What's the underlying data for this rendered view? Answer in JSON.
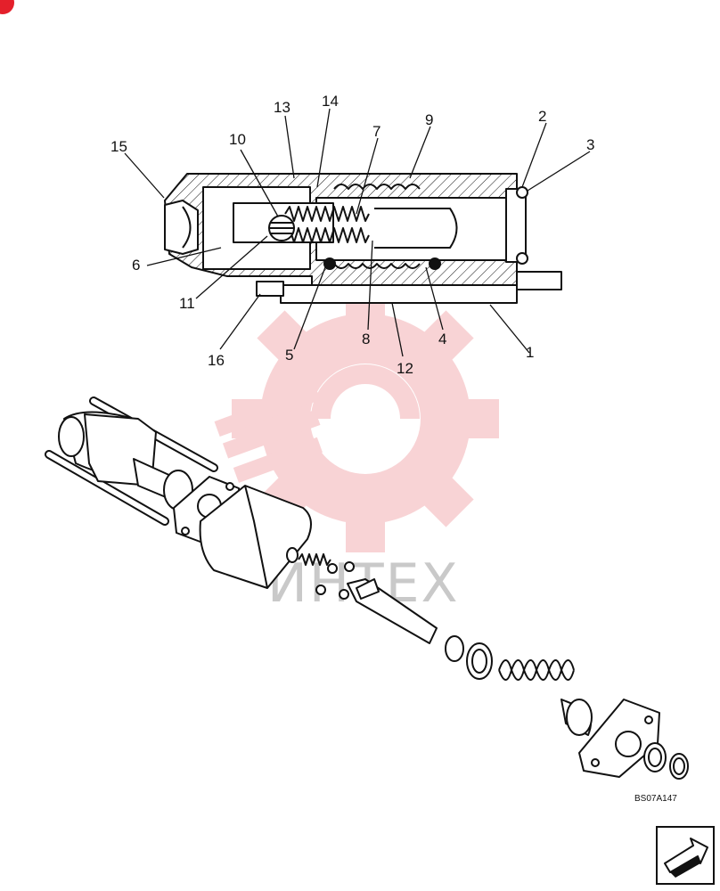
{
  "diagram": {
    "callouts": {
      "c1": "1",
      "c2": "2",
      "c3": "3",
      "c4": "4",
      "c5": "5",
      "c6": "6",
      "c7": "7",
      "c8": "8",
      "c9": "9",
      "c10": "10",
      "c11": "11",
      "c12": "12",
      "c13": "13",
      "c14": "14",
      "c15": "15",
      "c16": "16"
    },
    "figure_code": "BS07A147",
    "watermark_text": "ИНТЕХ"
  },
  "colors": {
    "line": "#111111",
    "watermark": "#f3b0b3",
    "watermark_text": "#c9c9c9",
    "corner_mark": "#e4202b"
  },
  "icons": {
    "nav": "next-page-arrow-icon"
  }
}
